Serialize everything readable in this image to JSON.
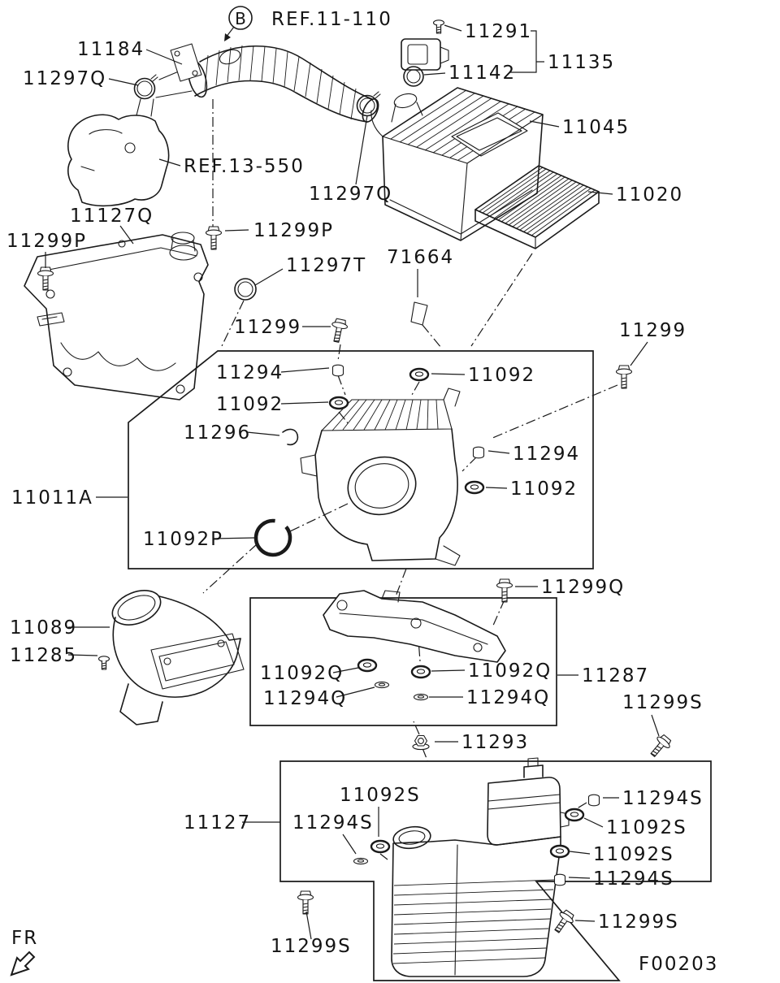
{
  "figure": {
    "code": "F00203",
    "fr": "FR",
    "detail_marker": "B",
    "ref_top": "REF.11-110",
    "ref_engine": "REF.13-550",
    "colors": {
      "ink": "#1a1a1a",
      "paper": "#ffffff"
    }
  },
  "callouts": [
    "11291",
    "11184",
    "11297Q",
    "11142",
    "11135",
    "11045",
    "11297Q",
    "11020",
    "11127Q",
    "11299P",
    "11299P",
    "11297T",
    "71664",
    "11299",
    "11299",
    "11294",
    "11092",
    "11092",
    "11296",
    "11294",
    "11092",
    "11011A",
    "11092P",
    "11299Q",
    "11089",
    "11285",
    "11092Q",
    "11092Q",
    "11287",
    "11294Q",
    "11294Q",
    "11299S",
    "11293",
    "11092S",
    "11294S",
    "11127",
    "11294S",
    "11092S",
    "11092S",
    "11294S",
    "11299S",
    "11299S"
  ]
}
